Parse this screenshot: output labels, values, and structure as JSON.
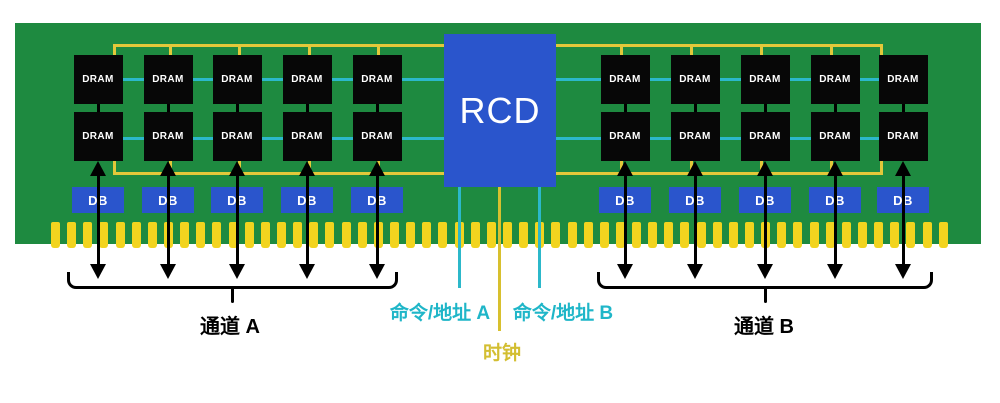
{
  "labels": {
    "rcd": "RCD",
    "dram": "DRAM",
    "db": "DB",
    "channel_a": "通道 A",
    "channel_b": "通道 B",
    "cmd_addr_a": "命令/地址 A",
    "cmd_addr_b": "命令/地址 B",
    "clock": "时钟"
  },
  "colors": {
    "pcb": "#1e8a40",
    "pin": "#f2d41f",
    "bus": "#e3c83a",
    "cyan": "#2cb8ca",
    "cyan_text": "#1fb6c8",
    "clock_line": "#d8c02e",
    "clock_text": "#d3be31",
    "chip": "#070707",
    "blue": "#2a55cc",
    "text_white": "#ffffff",
    "black": "#000000"
  },
  "layout": {
    "column_centers_left": [
      98,
      168,
      237,
      307,
      377
    ],
    "column_centers_right": [
      625,
      695,
      765,
      835,
      903
    ],
    "bus_tick_x_left": [
      114,
      170,
      239,
      309,
      378
    ],
    "bus_tick_x_right": [
      621,
      691,
      761,
      831,
      881
    ],
    "dram_rows_y": [
      55,
      112
    ],
    "pin_count": 56
  }
}
